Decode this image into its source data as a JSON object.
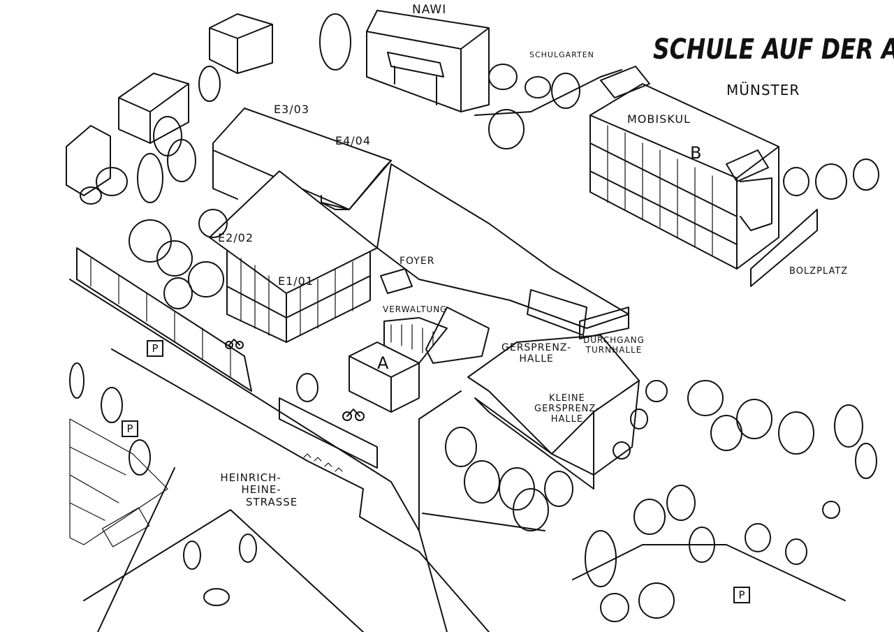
{
  "title": "SCHULE AUF DER AUE",
  "city": "MÜNSTER",
  "buildings": {
    "nawi": "NAWI",
    "schulgarten": "SCHULGARTEN",
    "mobiskul": "MOBISKUL",
    "b": "B",
    "e3": "E3/03",
    "e4": "E4/04",
    "e2": "E2/02",
    "e1": "E1/01",
    "foyer": "FOYER",
    "verwaltung": "VERWALTUNG",
    "a": "A",
    "gersprenzhalle": [
      "GERSPRENZ-",
      "HALLE"
    ],
    "durchgang": [
      "DURCHGANG",
      "TURNHALLE"
    ],
    "kleine": [
      "KLEINE",
      "GERSPRENZ-",
      "HALLE"
    ],
    "bolzplatz": "BOLZPLATZ"
  },
  "street": [
    "HEINRICH-",
    "HEINE-",
    "STRASSE"
  ],
  "parking_label": "P"
}
